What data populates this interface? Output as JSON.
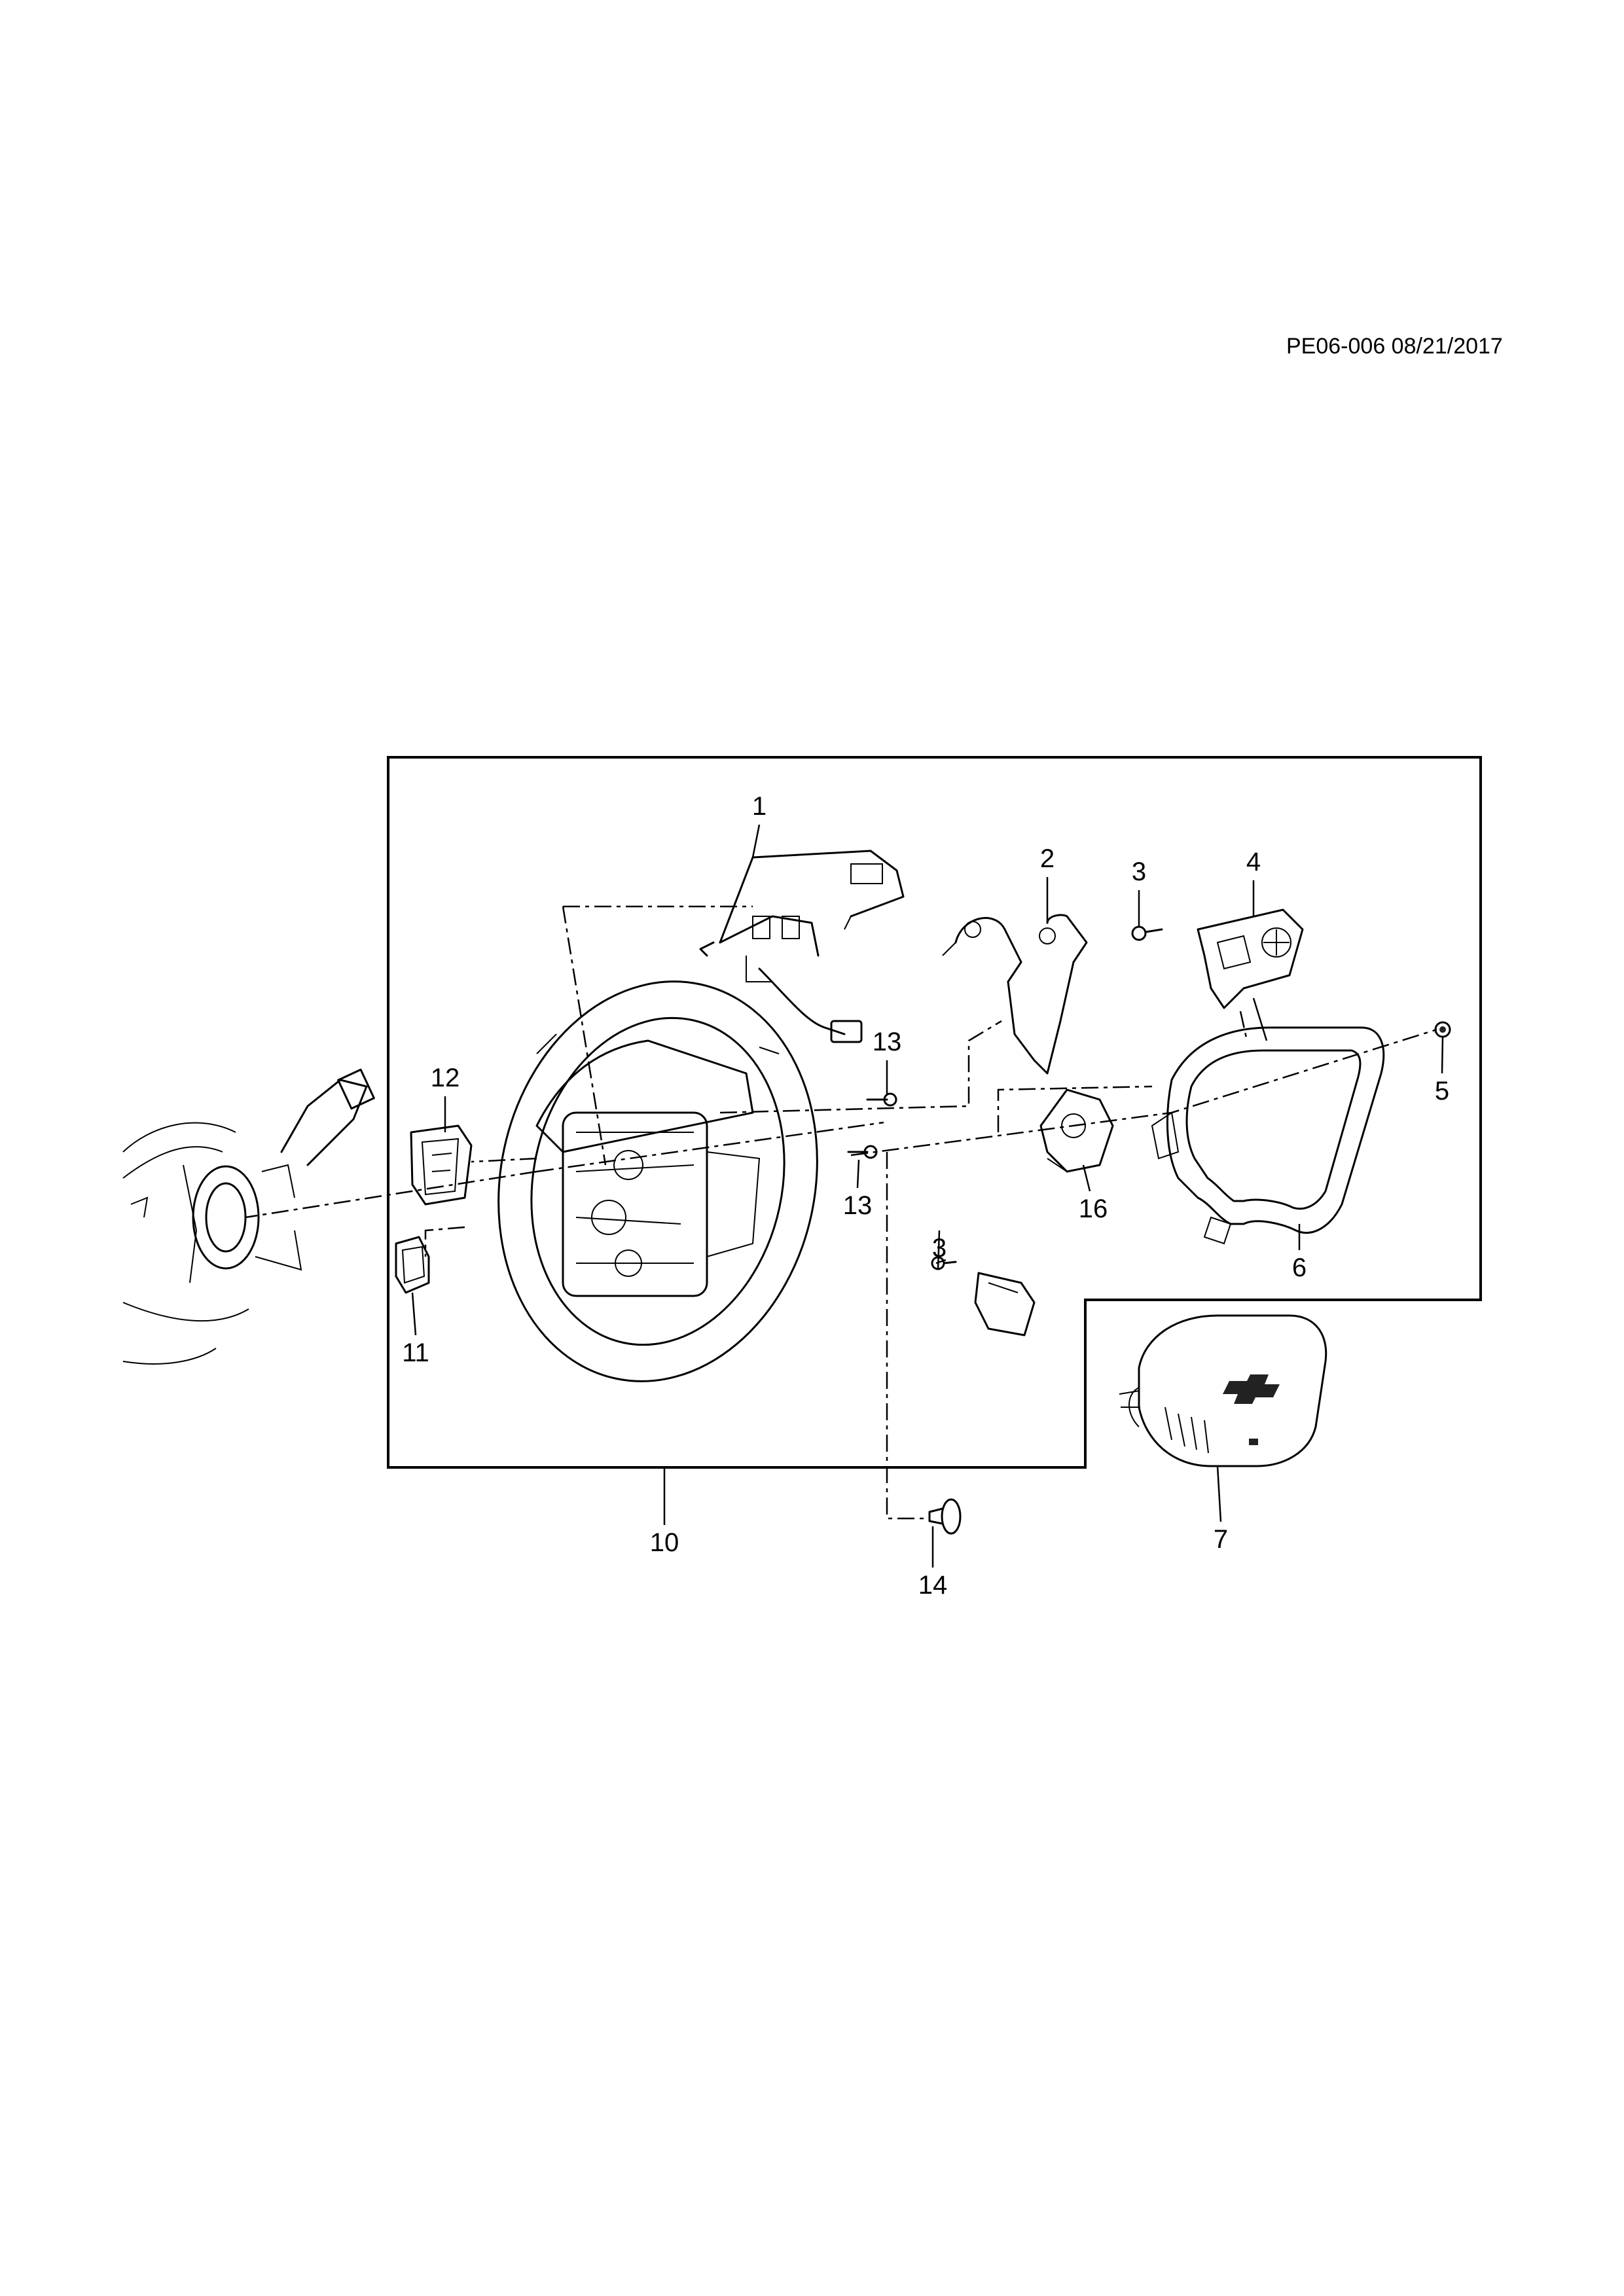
{
  "header": {
    "reference": "PE06-006 08/21/2017"
  },
  "callouts": {
    "c1": "1",
    "c2": "2",
    "c3a": "3",
    "c4": "4",
    "c5": "5",
    "c6": "6",
    "c7": "7",
    "c10": "10",
    "c11": "11",
    "c12": "12",
    "c13a": "13",
    "c13b": "13",
    "c3b": "3",
    "c14": "14",
    "c16": "16"
  },
  "parts": [
    "wiring-harness",
    "control-switch-harness",
    "screw",
    "control-switch",
    "screw",
    "bezel-trim",
    "airbag-module",
    "steering-wheel",
    "switch-cover",
    "switch-cover",
    "screw",
    "bolt",
    "control-switch"
  ]
}
